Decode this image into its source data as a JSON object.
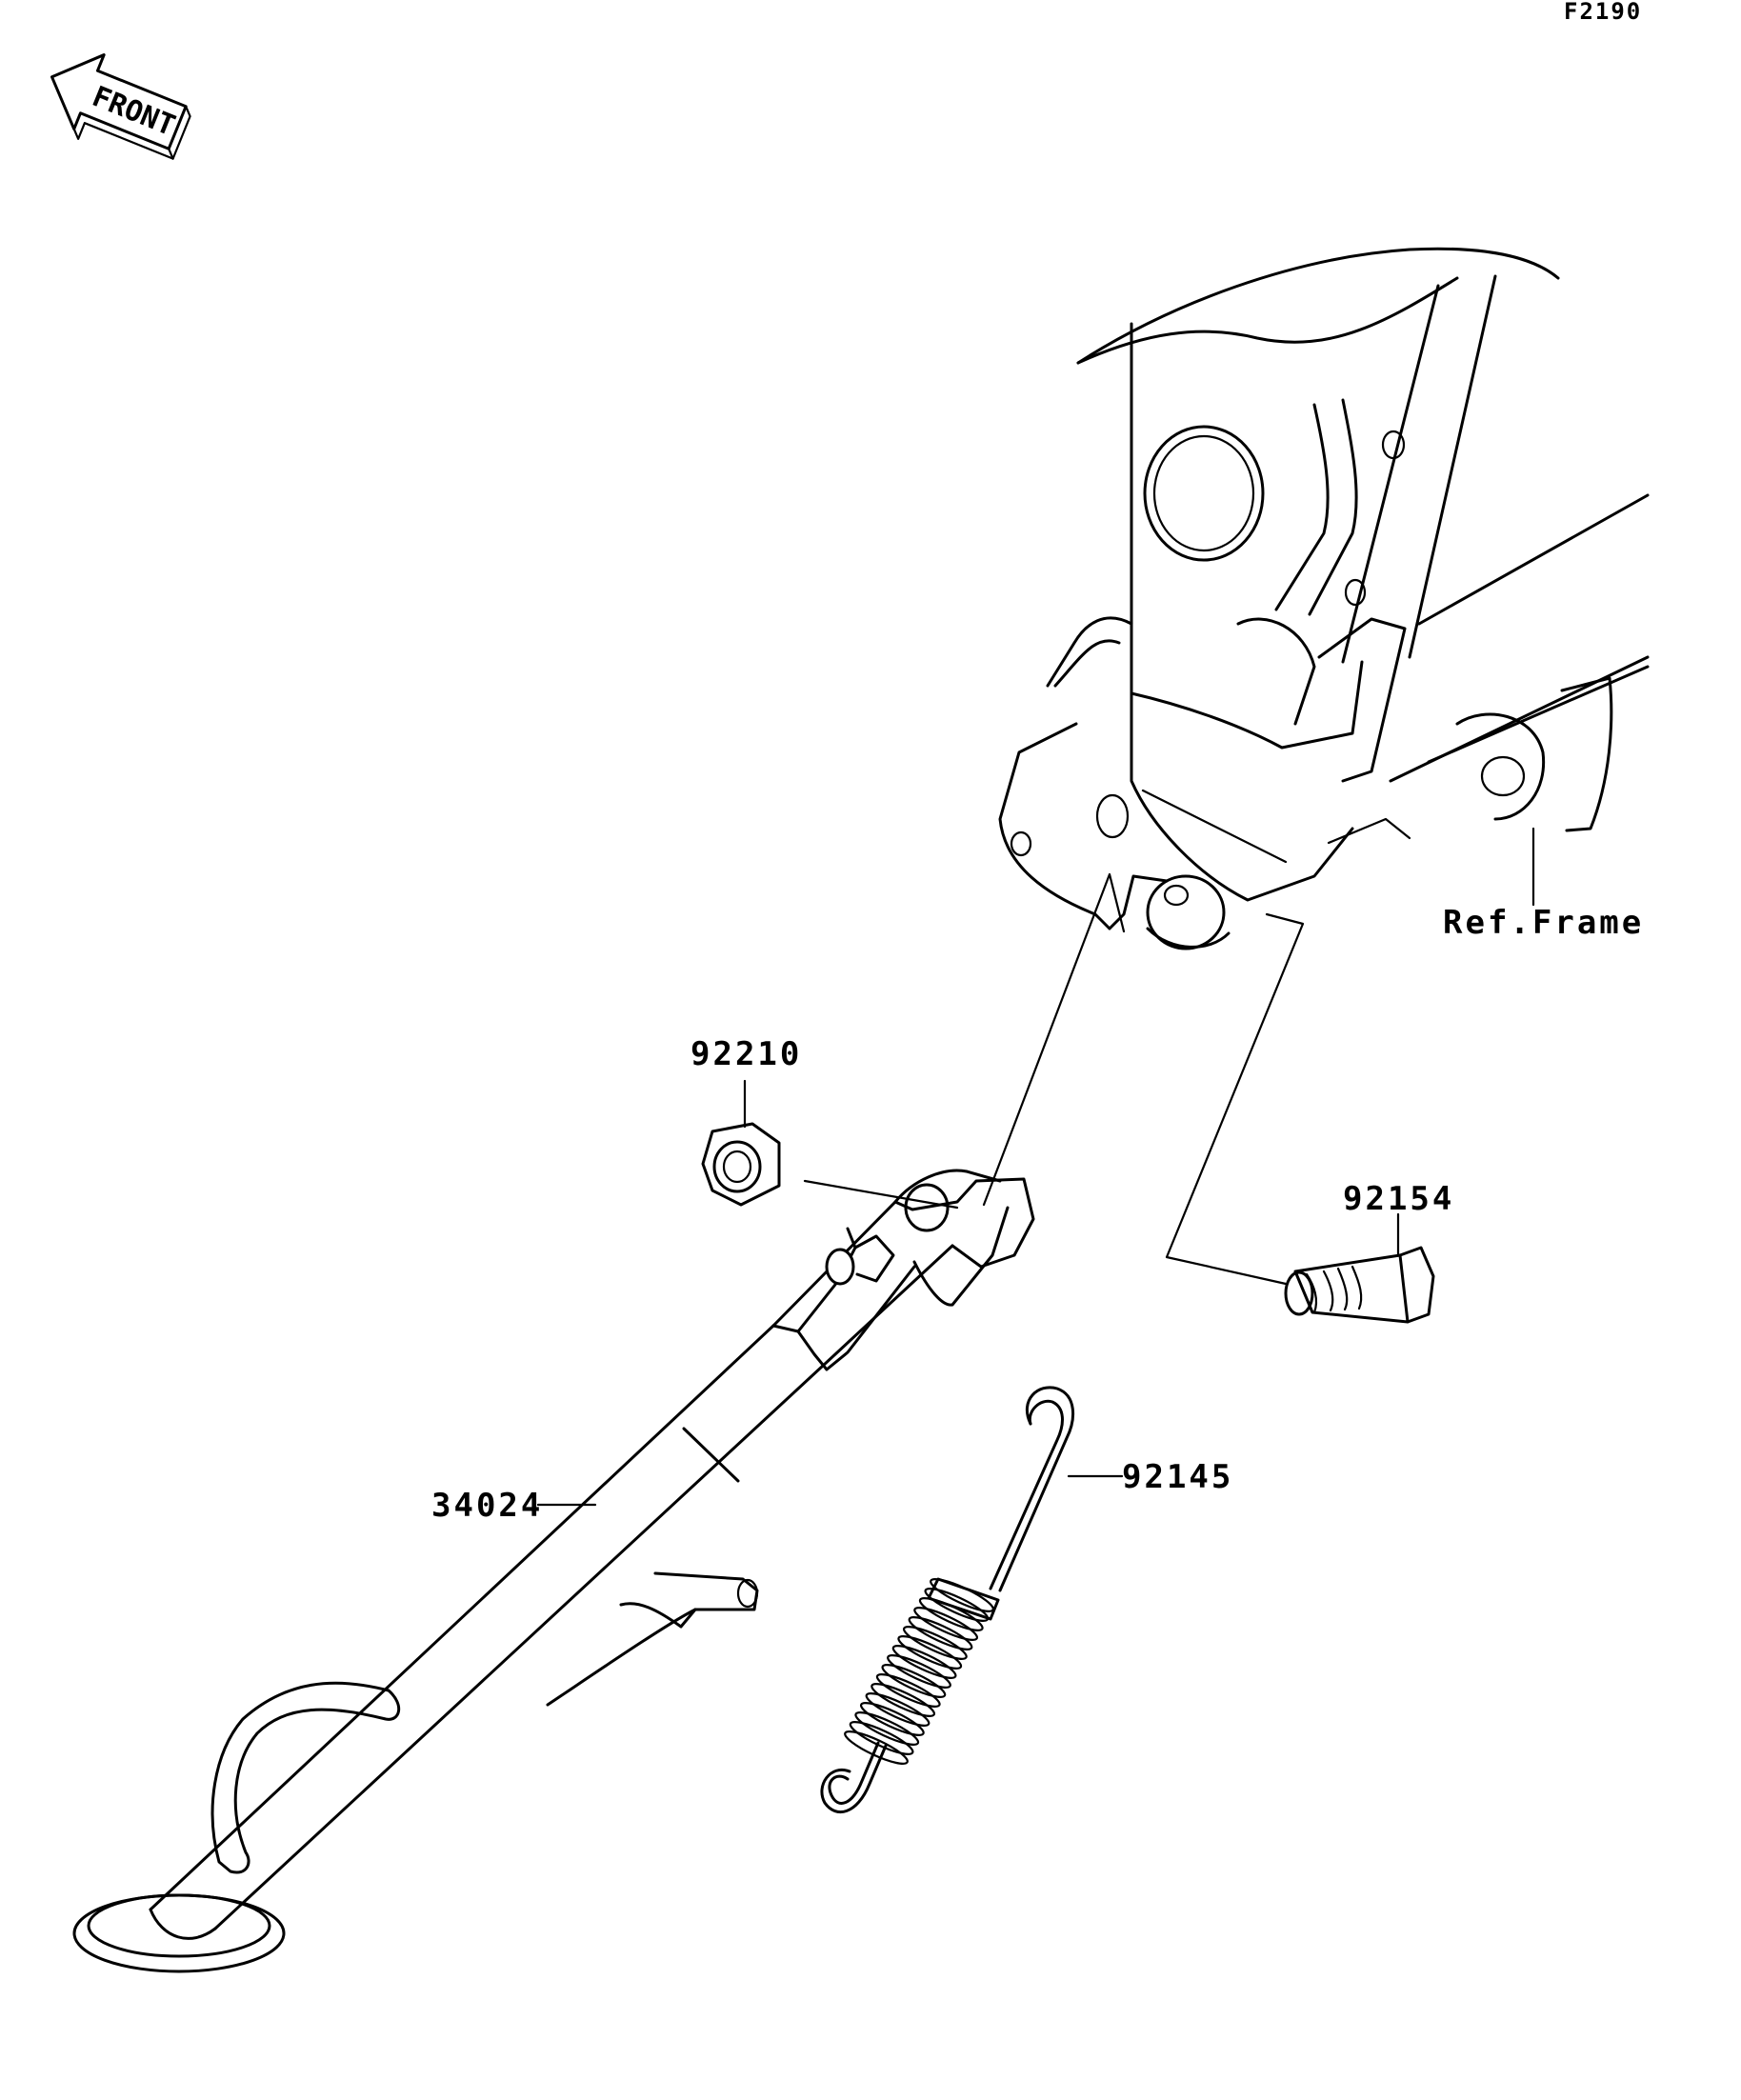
{
  "figure_code": "F2190",
  "front_indicator": "FRONT",
  "labels": {
    "frame_ref": "Ref.Frame",
    "nut": "92210",
    "bolt": "92154",
    "spring": "92145",
    "side_stand": "34024"
  }
}
